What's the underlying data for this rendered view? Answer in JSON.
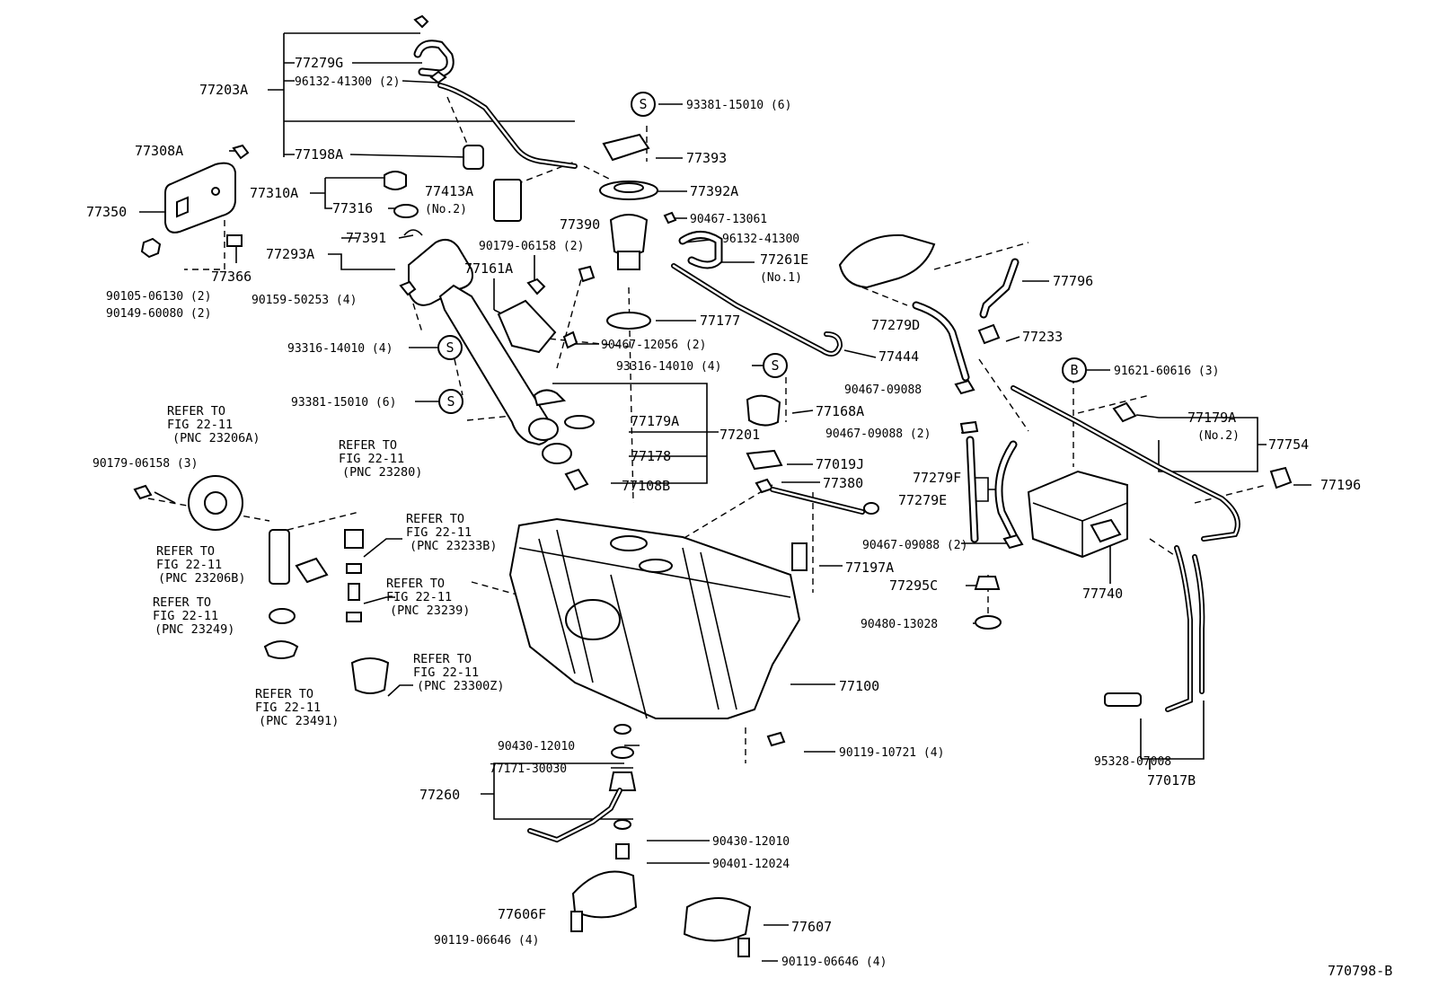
{
  "diagram_id": "770798-B",
  "symbols": {
    "s": "S",
    "b": "B"
  },
  "labels": {
    "p77203A": "77203A",
    "p77279G": "77279G",
    "p96132_41300_2": "96132-41300 (2)",
    "p77198A": "77198A",
    "p77308A": "77308A",
    "p77350": "77350",
    "p77310A": "77310A",
    "p77316": "77316",
    "p77366": "77366",
    "p90105": "90105-06130 (2)",
    "p90149": "90149-60080 (2)",
    "p77413A": "77413A",
    "p77413A_no2": "(No.2)",
    "p77293A": "77293A",
    "p77391": "77391",
    "p90159": "90159-50253 (4)",
    "p93381_top": "93381-15010 (6)",
    "p77393": "77393",
    "p77392A": "77392A",
    "p77390": "77390",
    "p90467_13061": "90467-13061",
    "p96132_41300": "96132-41300",
    "p77261E": "77261E",
    "p77261E_no1": "(No.1)",
    "p90179_2": "90179-06158 (2)",
    "p77161A": "77161A",
    "p77177": "77177",
    "p90467_12056": "90467-12056 (2)",
    "p93316_left": "93316-14010 (4)",
    "p93316_mid": "93316-14010 (4)",
    "p93381_left": "93381-15010 (6)",
    "p77179A": "77179A",
    "p77178": "77178",
    "p77108B": "77108B",
    "p77201": "77201",
    "p77444": "77444",
    "p77168A": "77168A",
    "p77019J": "77019J",
    "p77380": "77380",
    "p77197A": "77197A",
    "p77796": "77796",
    "p77279D": "77279D",
    "p77233": "77233",
    "p90467_09088_a": "90467-09088",
    "p90467_09088_b": "90467-09088 (2)",
    "p77279F": "77279F",
    "p77279E": "77279E",
    "p90467_09088_c": "90467-09088 (2)",
    "p77295C": "77295C",
    "p90480": "90480-13028",
    "p91621": "91621-60616 (3)",
    "p77179A_no2": "77179A",
    "p77179A_no2_sub": "(No.2)",
    "p77754": "77754",
    "p77196": "77196",
    "p77740": "77740",
    "p95328": "95328-07008",
    "p77017B": "77017B",
    "p77100": "77100",
    "p90119_10721": "90119-10721 (4)",
    "p90430_top": "90430-12010",
    "p77171": "77171-30030",
    "p77260": "77260",
    "p90430_bot": "90430-12010",
    "p90401": "90401-12024",
    "p77606F": "77606F",
    "p90119_06646_a": "90119-06646 (4)",
    "p77607": "77607",
    "p90119_06646_b": "90119-06646 (4)",
    "p90179_3": "90179-06158 (3)"
  },
  "refs": {
    "r23206A": [
      "REFER TO",
      "FIG 22-11",
      "(PNC 23206A)"
    ],
    "r23206B": [
      "REFER TO",
      "FIG 22-11",
      "(PNC 23206B)"
    ],
    "r23249": [
      "REFER TO",
      "FIG 22-11",
      "(PNC 23249)"
    ],
    "r23491": [
      "REFER TO",
      "FIG 22-11",
      "(PNC 23491)"
    ],
    "r23280": [
      "REFER TO",
      "FIG 22-11",
      "(PNC 23280)"
    ],
    "r23233B": [
      "REFER TO",
      "FIG 22-11",
      "(PNC 23233B)"
    ],
    "r23239": [
      "REFER TO",
      "FIG 22-11",
      "(PNC 23239)"
    ],
    "r23300Z": [
      "REFER TO",
      "FIG 22-11",
      "(PNC 23300Z)"
    ]
  }
}
